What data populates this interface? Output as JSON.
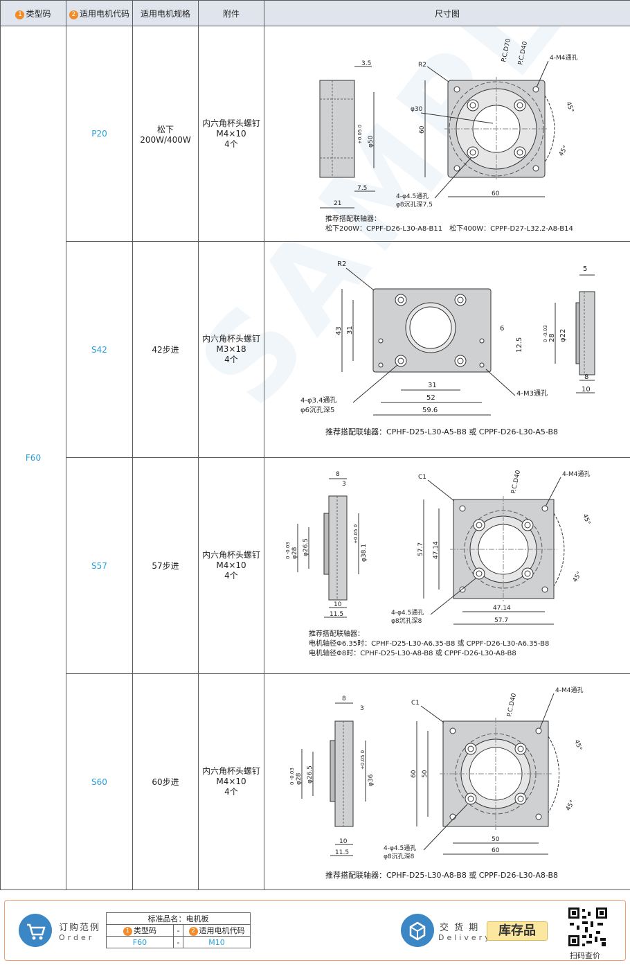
{
  "headers": {
    "type_code": "类型码",
    "motor_code": "适用电机代码",
    "motor_spec": "适用电机规格",
    "accessory": "附件",
    "drawing": "尺寸图",
    "badge1": "1",
    "badge2": "2"
  },
  "type_code_value": "F60",
  "rows": [
    {
      "code": "P20",
      "spec": "松下200W/400W",
      "acc1": "内六角杯头螺钉",
      "acc2": "M4×10",
      "acc3": "4个",
      "dims": {
        "t1": "3.5",
        "t2": "7.5",
        "t3": "21",
        "t4": "φ50",
        "t4tol": "+0.05 0",
        "pcd70": "P.C.D70",
        "pcd40": "P.C.D40",
        "r2": "R2",
        "m4": "4-M4通孔",
        "d30": "φ30",
        "h60": "60",
        "w60": "60",
        "a1": "45°",
        "a2": "45°",
        "hole1": "4-φ4.5通孔",
        "hole2": "φ8沉孔深7.5"
      },
      "note1": "推荐搭配联轴器：",
      "note2": "松下200W：CPPF-D26-L30-A8-B11　松下400W：CPPF-D27-L32.2-A8-B14",
      "note3": ""
    },
    {
      "code": "S42",
      "spec": "42步进",
      "acc1": "内六角杯头螺钉",
      "acc2": "M3×18",
      "acc3": "4个",
      "dims": {
        "r2": "R2",
        "h43": "43",
        "h31": "31",
        "v6": "6",
        "v125": "12.5",
        "w31": "31",
        "w52": "52",
        "w596": "59.6",
        "hole1": "4-φ3.4通孔",
        "hole2": "φ6沉孔深5",
        "m3": "4-M3通孔",
        "t5": "5",
        "t8": "8",
        "t10": "10",
        "d28": "28",
        "d28tol": "0 -0.03",
        "d22": "φ22"
      },
      "note1": "推荐搭配联轴器：CPHF-D25-L30-A5-B8 或 CPPF-D26-L30-A5-B8",
      "note2": "",
      "note3": ""
    },
    {
      "code": "S57",
      "spec": "57步进",
      "acc1": "内六角杯头螺钉",
      "acc2": "M4×10",
      "acc3": "4个",
      "dims": {
        "t8": "8",
        "t3": "3",
        "t10": "10",
        "t115": "11.5",
        "d28": "φ28",
        "d28tol": "0 -0.03",
        "d265": "φ26.5",
        "d381": "φ38.1",
        "d381tol": "+0.05 0",
        "c1": "C1",
        "pcd40": "P.C.D40",
        "m4": "4-M4通孔",
        "a1": "45°",
        "a2": "45°",
        "h577": "57.7",
        "h4714": "47.14",
        "w4714": "47.14",
        "w577": "57.7",
        "hole1": "4-φ4.5通孔",
        "hole2": "φ8沉孔深8"
      },
      "note1": "推荐搭配联轴器：",
      "note2": "电机轴径Φ6.35时：CPHF-D25-L30-A6.35-B8 或 CPPF-D26-L30-A6.35-B8",
      "note3": "电机轴径Φ8时：CPHF-D25-L30-A8-B8 或 CPPF-D26-L30-A8-B8"
    },
    {
      "code": "S60",
      "spec": "60步进",
      "acc1": "内六角杯头螺钉",
      "acc2": "M4×10",
      "acc3": "4个",
      "dims": {
        "t8": "8",
        "t3": "3",
        "t10": "10",
        "t115": "11.5",
        "d28": "φ28",
        "d28tol": "0 -0.03",
        "d265": "φ26.5",
        "d36": "φ36",
        "d36tol": "+0.05 0",
        "c1": "C1",
        "pcd40": "P.C.D40",
        "m4": "4-M4通孔",
        "a1": "45°",
        "a2": "45°",
        "h60": "60",
        "h50": "50",
        "w50": "50",
        "w60": "60",
        "hole1": "4-φ4.5通孔",
        "hole2": "φ8沉孔深8"
      },
      "note1": "推荐搭配联轴器：CPHF-D25-L30-A8-B8 或 CPPF-D26-L30-A8-B8",
      "note2": "",
      "note3": ""
    }
  ],
  "watermark": "SAMPLE",
  "footer": {
    "order_label": "订购范例",
    "order_en": "Order",
    "std_name": "标准品名：电机板",
    "col1": "类型码",
    "col2": "适用电机代码",
    "dash": "-",
    "val1": "F60",
    "val2": "M10",
    "delivery_label": "交 货 期",
    "delivery_en": "Delivery",
    "stock": "库存品",
    "qr_label": "扫码查价"
  },
  "colors": {
    "header_bg": "#dfe4ed",
    "blue_text": "#2a9ed8",
    "badge": "#f08c2a",
    "plate_fill": "#cfd0d2"
  }
}
